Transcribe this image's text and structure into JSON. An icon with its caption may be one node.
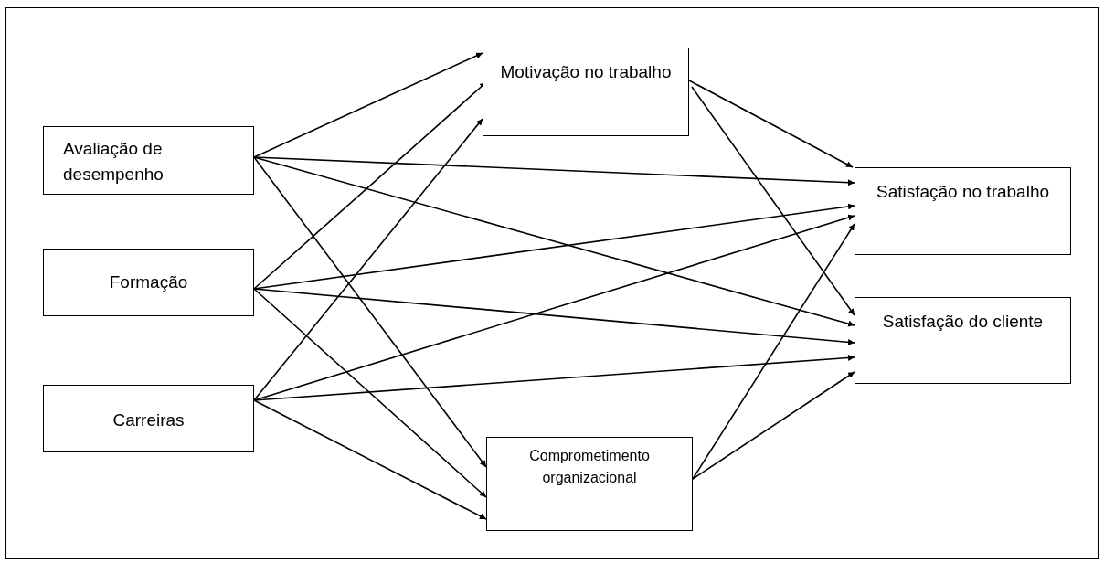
{
  "diagram": {
    "nodes": [
      {
        "text": [
          "Avaliação de desempenho"
        ]
      },
      {
        "text": [
          "Formação"
        ]
      },
      {
        "text": [
          "Carreiras"
        ]
      },
      {
        "text": [
          "Motivação no trabalho"
        ]
      },
      {
        "text": [
          "Satisfação no trabalho"
        ]
      },
      {
        "text": [
          "Satisfação do cliente"
        ]
      },
      {
        "text": [
          "Comprometimento organizacional"
        ]
      }
    ],
    "edges": [
      {
        "from": 0,
        "to": 3,
        "arrow": "to"
      },
      {
        "from": 0,
        "to": 4,
        "arrow": "to"
      },
      {
        "from": 0,
        "to": 5,
        "arrow": "to"
      },
      {
        "from": 0,
        "to": 6,
        "arrow": "to"
      },
      {
        "from": 1,
        "to": 3,
        "arrow": "to"
      },
      {
        "from": 1,
        "to": 4,
        "arrow": "to"
      },
      {
        "from": 1,
        "to": 5,
        "arrow": "to"
      },
      {
        "from": 1,
        "to": 6,
        "arrow": "to"
      },
      {
        "from": 2,
        "to": 3,
        "arrow": "to"
      },
      {
        "from": 2,
        "to": 4,
        "arrow": "to"
      },
      {
        "from": 2,
        "to": 5,
        "arrow": "to"
      },
      {
        "from": 2,
        "to": 6,
        "arrow": "to"
      },
      {
        "from": 3,
        "to": 4,
        "arrow": "to"
      },
      {
        "from": 3,
        "to": 5,
        "arrow": "to"
      },
      {
        "from": 6,
        "to": 4,
        "arrow": "to"
      },
      {
        "from": 6,
        "to": 5,
        "arrow": "to"
      }
    ]
  }
}
